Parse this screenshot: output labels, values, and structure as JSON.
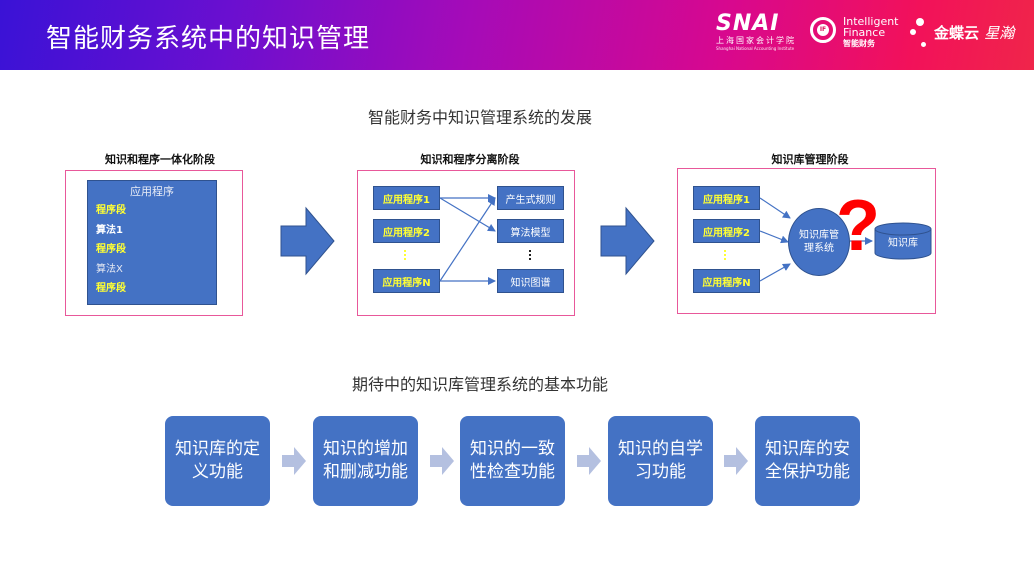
{
  "header": {
    "title": "智能财务系统中的知识管理",
    "logos": {
      "snai": {
        "mark": "SNAI",
        "cn": "上海国家会计学院",
        "en": "Shanghai National Accounting Institute"
      },
      "intelligent_finance": {
        "badge": "IF",
        "line1": "Intelligent",
        "line2": "Finance",
        "cn": "智能财务"
      },
      "kingdee": {
        "name": "金蝶云",
        "product": "星瀚"
      }
    }
  },
  "development": {
    "title": "智能财务中知识管理系统的发展",
    "stages": [
      {
        "label": "知识和程序一体化阶段",
        "app_title": "应用程序",
        "lines": [
          {
            "text": "程序段",
            "color": "#ffff33"
          },
          {
            "text": "算法1",
            "color": "#ffffff"
          },
          {
            "text": "程序段",
            "color": "#ffff33"
          },
          {
            "text": "算法X",
            "color": "#e6e9f2"
          },
          {
            "text": "程序段",
            "color": "#ffff33"
          }
        ]
      },
      {
        "label": "知识和程序分离阶段",
        "apps": [
          "应用程序1",
          "应用程序2",
          "应用程序N"
        ],
        "knowledge": [
          "产生式规则",
          "算法模型",
          "知识图谱"
        ]
      },
      {
        "label": "知识库管理阶段",
        "apps": [
          "应用程序1",
          "应用程序2",
          "应用程序N"
        ],
        "kbms": "知识库管理系统",
        "question_mark": "?",
        "kb": "知识库"
      }
    ]
  },
  "functions": {
    "title": "期待中的知识库管理系统的基本功能",
    "items": [
      "知识库的定义功能",
      "知识的增加和删减功能",
      "知识的一致性检查功能",
      "知识的自学习功能",
      "知识库的安全保护功能"
    ]
  },
  "colors": {
    "box_blue": "#4472c4",
    "panel_border": "#e8589a",
    "highlight_yellow": "#ffff33",
    "question_red": "#ff0000",
    "small_arrow": "#b4c0e0"
  }
}
